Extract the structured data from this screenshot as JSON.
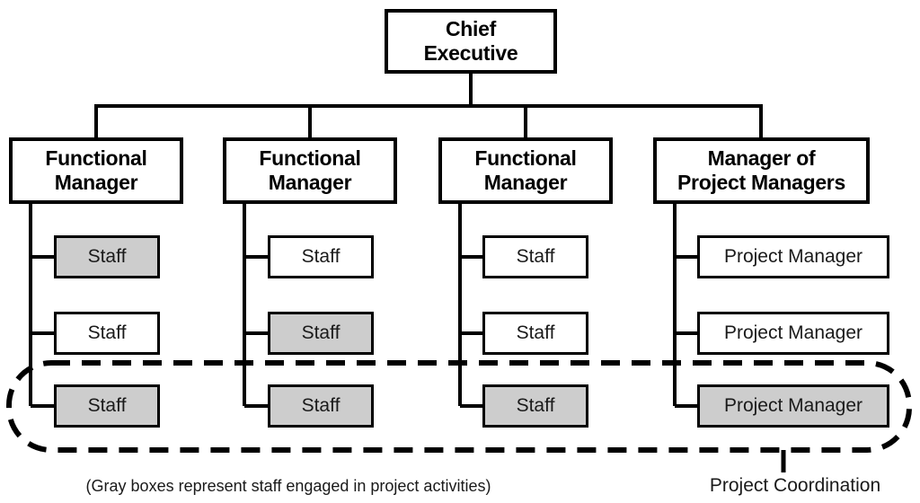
{
  "org_chart": {
    "root": {
      "label": "Chief\nExecutive"
    },
    "columns": [
      {
        "manager": {
          "label": "Functional\nManager"
        },
        "staff": [
          {
            "label": "Staff",
            "project_engaged": true
          },
          {
            "label": "Staff",
            "project_engaged": false
          },
          {
            "label": "Staff",
            "project_engaged": true
          }
        ]
      },
      {
        "manager": {
          "label": "Functional\nManager"
        },
        "staff": [
          {
            "label": "Staff",
            "project_engaged": false
          },
          {
            "label": "Staff",
            "project_engaged": true
          },
          {
            "label": "Staff",
            "project_engaged": true
          }
        ]
      },
      {
        "manager": {
          "label": "Functional\nManager"
        },
        "staff": [
          {
            "label": "Staff",
            "project_engaged": false
          },
          {
            "label": "Staff",
            "project_engaged": false
          },
          {
            "label": "Staff",
            "project_engaged": true
          }
        ]
      },
      {
        "manager": {
          "label": "Manager of\nProject Managers"
        },
        "staff": [
          {
            "label": "Project Manager",
            "project_engaged": false
          },
          {
            "label": "Project Manager",
            "project_engaged": false
          },
          {
            "label": "Project Manager",
            "project_engaged": true
          }
        ]
      }
    ],
    "coordination_label": "Project Coordination",
    "caption": "(Gray boxes represent staff engaged in project activities)",
    "colors": {
      "engaged_fill": "#cdcdcd",
      "box_fill": "#ffffff",
      "line": "#000000"
    }
  }
}
